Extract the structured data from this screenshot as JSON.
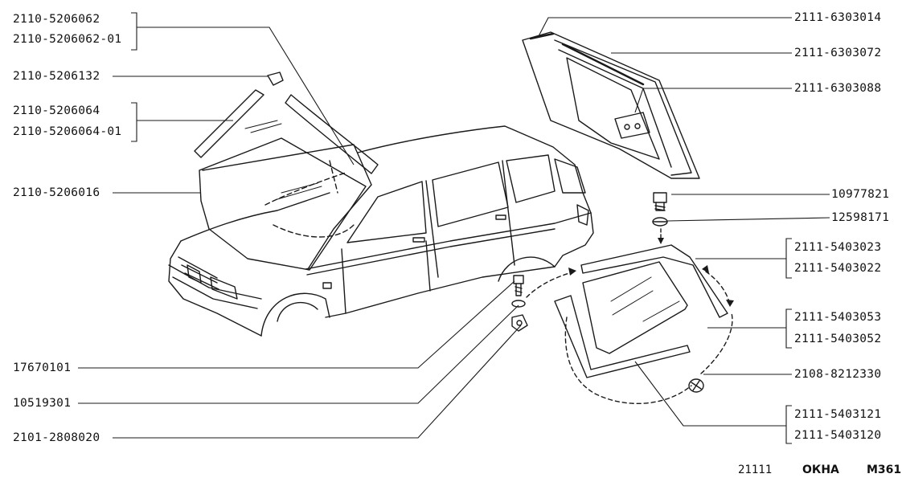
{
  "labels_left": [
    {
      "id": "l1",
      "text": "2110-5206062"
    },
    {
      "id": "l2",
      "text": "2110-5206062-01"
    },
    {
      "id": "l3",
      "text": "2110-5206132"
    },
    {
      "id": "l4",
      "text": "2110-5206064"
    },
    {
      "id": "l5",
      "text": "2110-5206064-01"
    },
    {
      "id": "l6",
      "text": "2110-5206016"
    },
    {
      "id": "l7",
      "text": "17670101"
    },
    {
      "id": "l8",
      "text": "10519301"
    },
    {
      "id": "l9",
      "text": "2101-2808020"
    }
  ],
  "labels_right": [
    {
      "id": "r1",
      "text": "2111-6303014"
    },
    {
      "id": "r2",
      "text": "2111-6303072"
    },
    {
      "id": "r3",
      "text": "2111-6303088"
    },
    {
      "id": "r4",
      "text": "10977821"
    },
    {
      "id": "r5",
      "text": "12598171"
    },
    {
      "id": "r6",
      "text": "2111-5403023"
    },
    {
      "id": "r7",
      "text": "2111-5403022"
    },
    {
      "id": "r8",
      "text": "2111-5403053"
    },
    {
      "id": "r9",
      "text": "2111-5403052"
    },
    {
      "id": "r10",
      "text": "2108-8212330"
    },
    {
      "id": "r11",
      "text": "2111-5403121"
    },
    {
      "id": "r12",
      "text": "2111-5403120"
    }
  ],
  "footer": {
    "model": "21111",
    "title": "ОКНА",
    "page": "М361"
  }
}
